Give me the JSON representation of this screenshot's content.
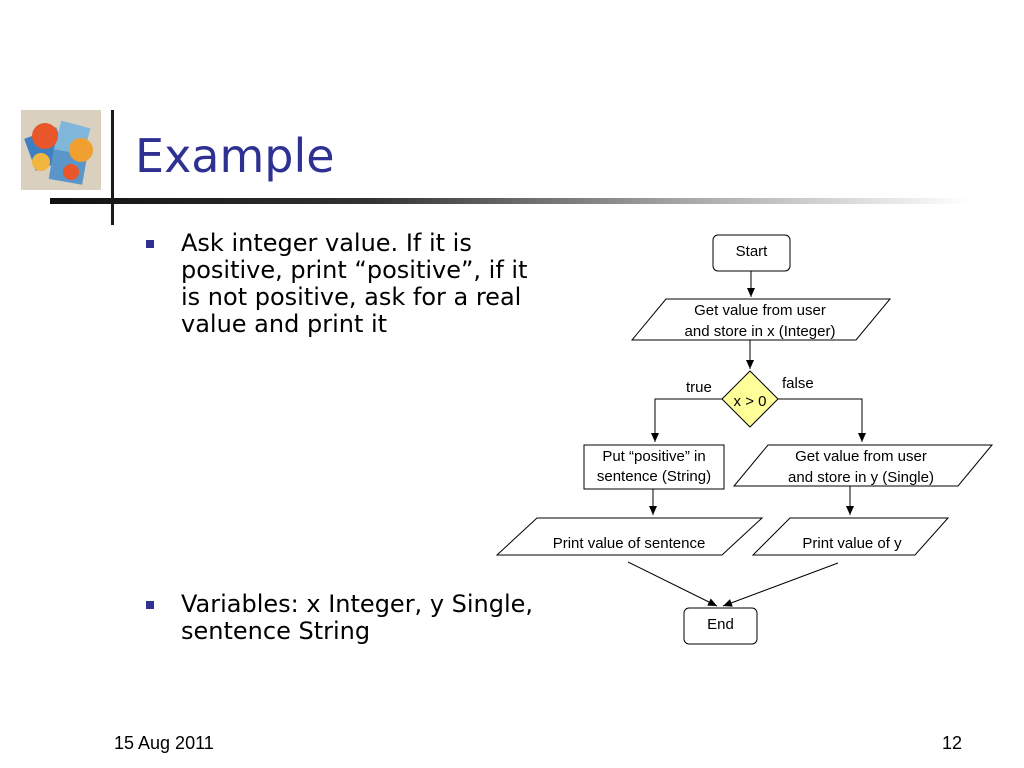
{
  "slide": {
    "title": "Example",
    "bullets": [
      "Ask integer value. If it is positive, print “positive”, if it is not positive, ask for a real value and print it",
      "Variables: x Integer, y Single, sentence String"
    ],
    "footer": {
      "date": "15 Aug 2011",
      "page": "12"
    }
  },
  "flowchart": {
    "start": "Start",
    "input_x": [
      "Get value from user",
      "and store in x (Integer)"
    ],
    "decision": "x > 0",
    "branch_true": "true",
    "branch_false": "false",
    "assign_sentence": [
      "Put “positive” in",
      "sentence (String)"
    ],
    "input_y": [
      "Get value from user",
      "and store in y (Single)"
    ],
    "print_sentence": "Print value of sentence",
    "print_y": "Print value of y",
    "end": "End"
  },
  "colors": {
    "title": "#2e3192",
    "bullet_marker": "#2e3192",
    "decision_fill": "#ffff99"
  }
}
